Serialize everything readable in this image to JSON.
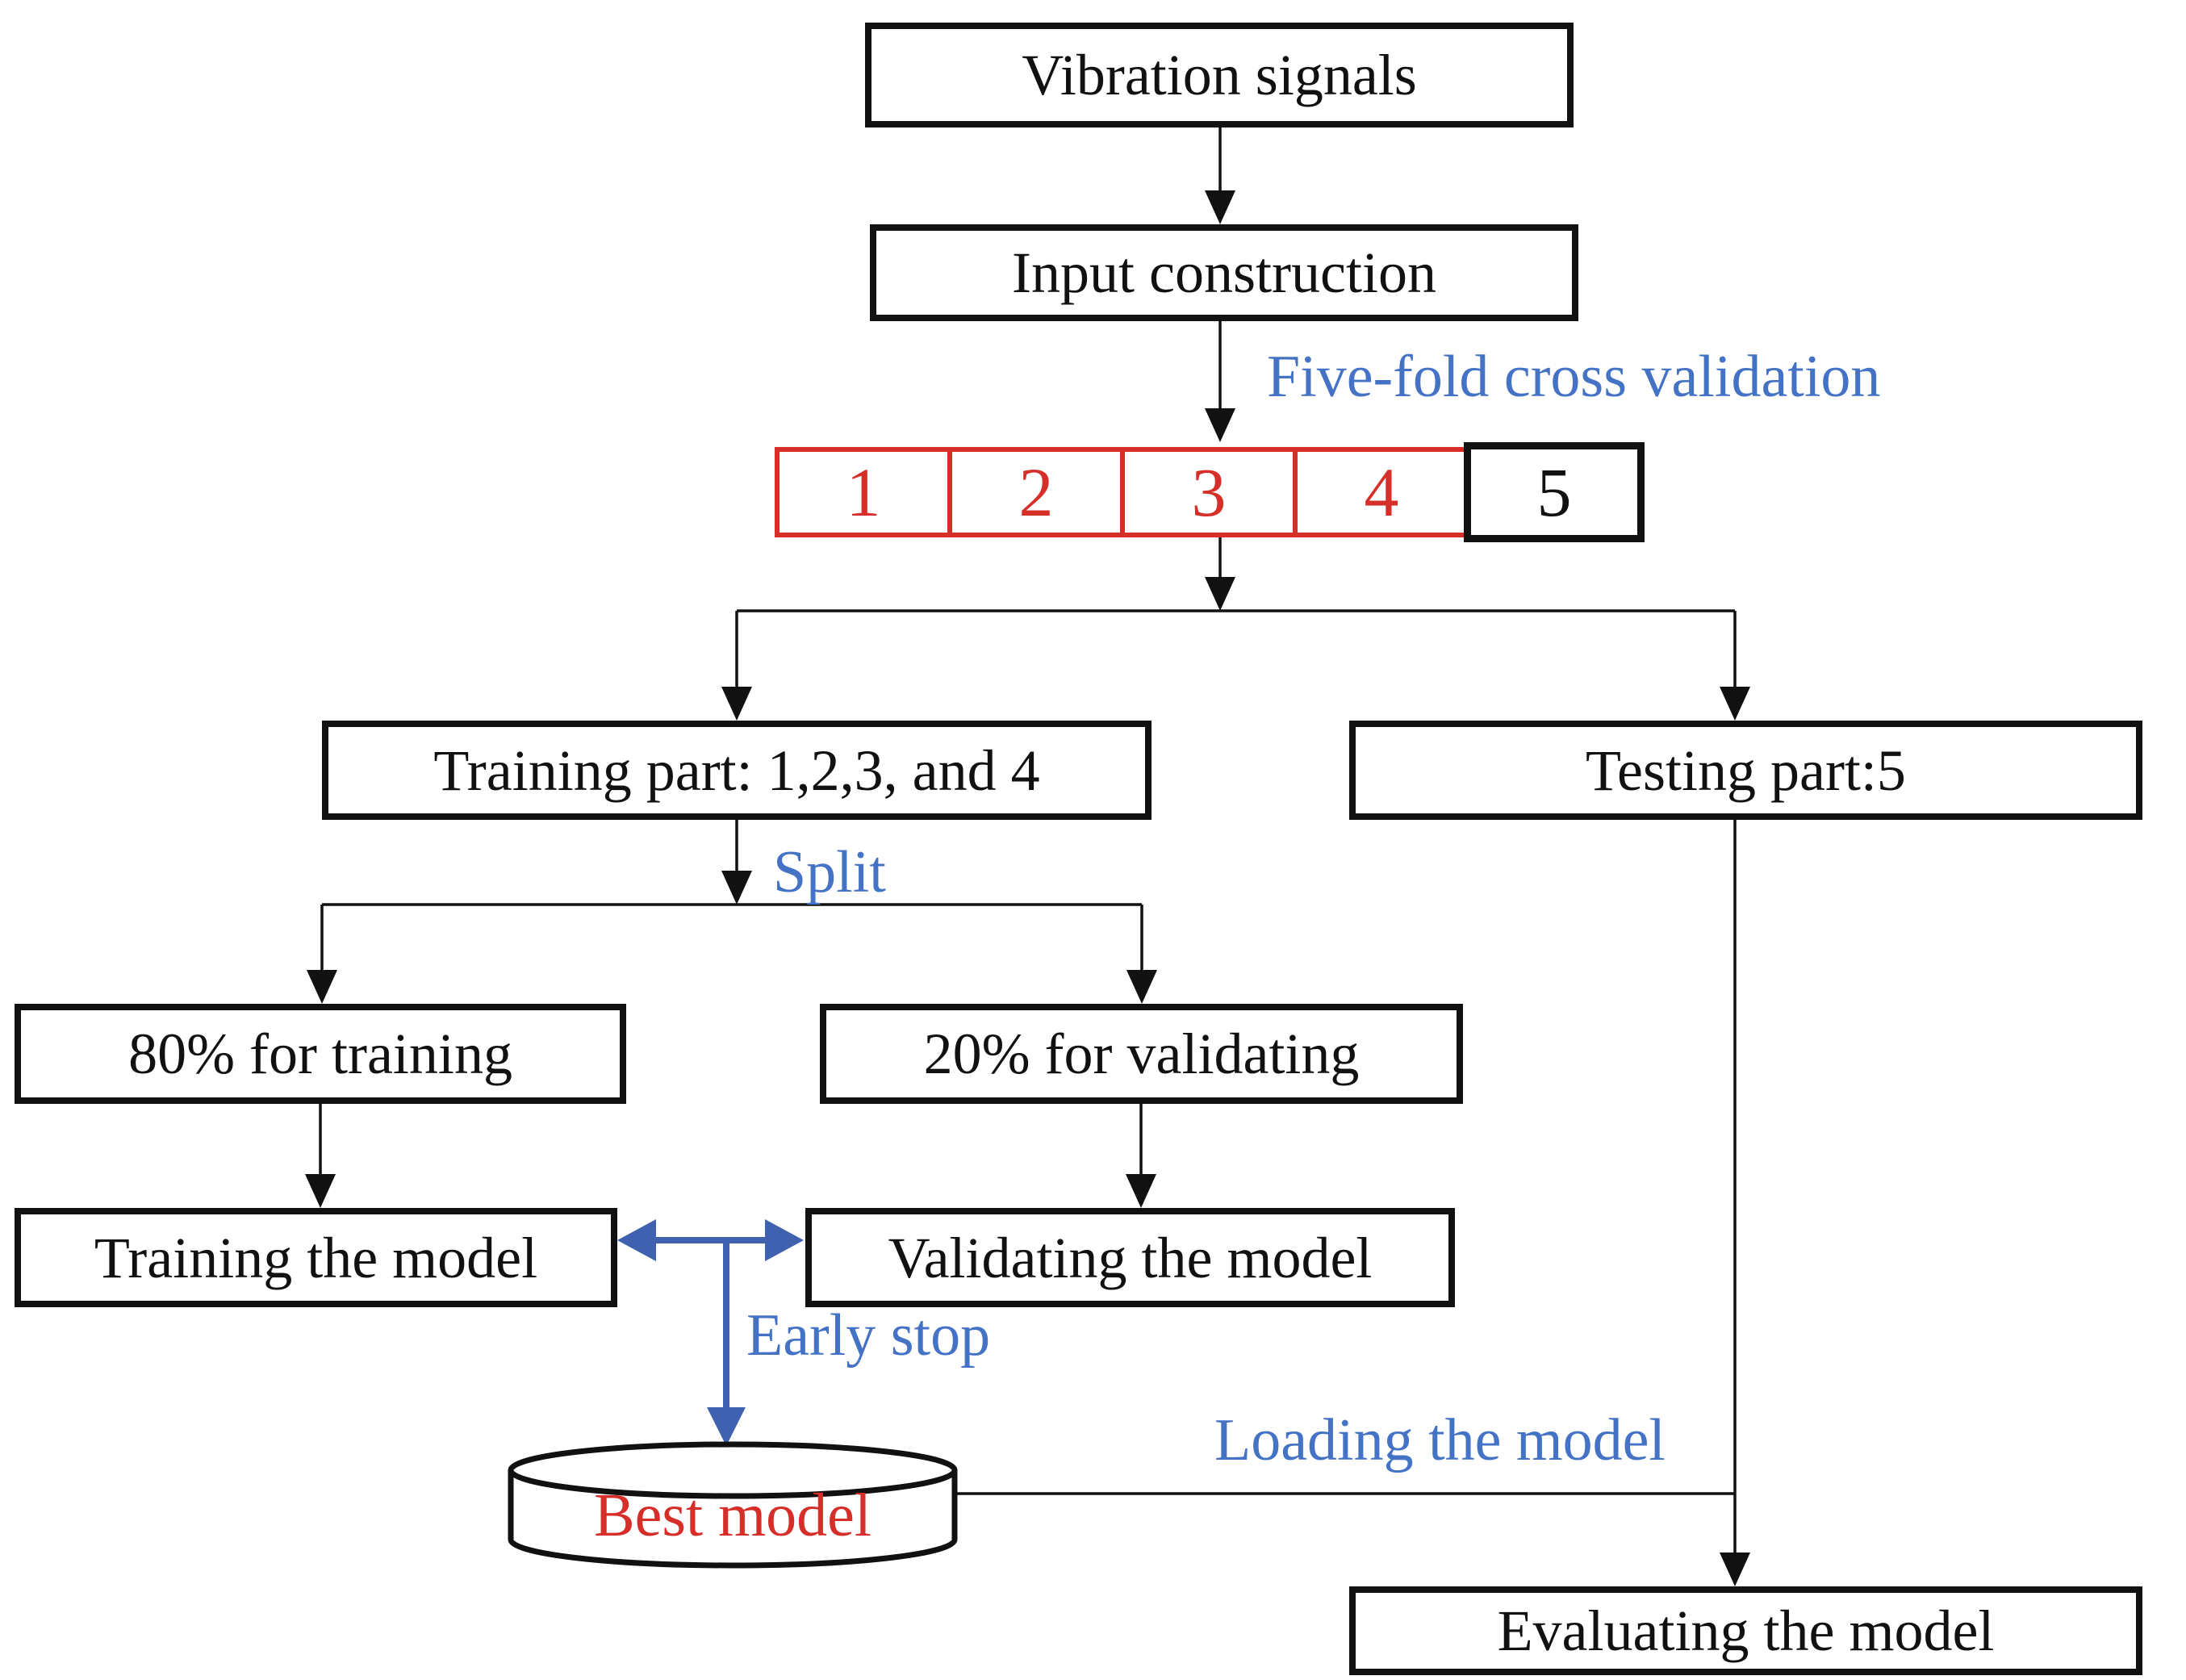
{
  "colors": {
    "blue_text": "#4472C4",
    "blue_arrow": "#3F61B0",
    "red": "#D62E28",
    "line": "#111111",
    "box_border": "#111111"
  },
  "nodes": {
    "vibration": {
      "label": "Vibration signals"
    },
    "input": {
      "label": "Input construction"
    },
    "training_part": {
      "label": "Training part: 1,2,3, and 4"
    },
    "testing_part": {
      "label": "Testing part:5"
    },
    "train80": {
      "label": "80% for training"
    },
    "valid20": {
      "label": "20% for validating"
    },
    "training_model": {
      "label": "Training the model"
    },
    "validating_model": {
      "label": "Validating the model"
    },
    "best_model": {
      "label": "Best model"
    },
    "evaluating_model": {
      "label": "Evaluating the model"
    }
  },
  "annotations": {
    "five_fold": {
      "label": "Five-fold cross validation"
    },
    "split": {
      "label": "Split"
    },
    "early_stop": {
      "label": "Early stop"
    },
    "loading": {
      "label": "Loading the model"
    }
  },
  "folds": {
    "items": [
      {
        "label": "1",
        "color": "red"
      },
      {
        "label": "2",
        "color": "red"
      },
      {
        "label": "3",
        "color": "red"
      },
      {
        "label": "4",
        "color": "red"
      },
      {
        "label": "5",
        "color": "black"
      }
    ]
  }
}
